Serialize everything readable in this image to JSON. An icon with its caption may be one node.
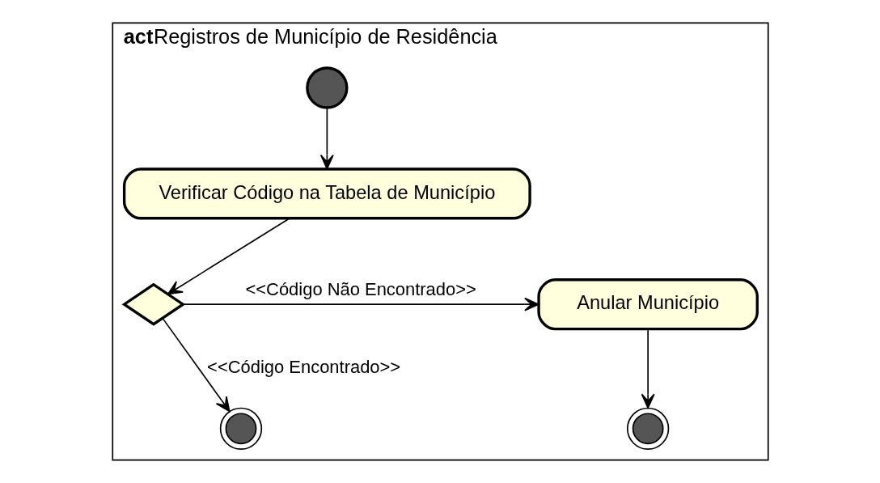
{
  "diagram": {
    "nodes": [
      {
        "text": [
          "act",
          "Registros de Município de Residência"
        ]
      },
      {
        "text": [],
        "shape": "circle",
        "in": 0
      },
      {
        "text": [
          "Verificar Código na Tabela de Município"
        ],
        "in": 0
      },
      {
        "text": [],
        "shape": "diamond",
        "in": 0
      },
      {
        "text": [
          "Anular Município"
        ],
        "in": 0
      },
      {
        "text": [],
        "shape": "circle",
        "in": 0
      },
      {
        "text": [],
        "shape": "circle",
        "in": 0
      }
    ],
    "edges": [
      {
        "from": 1,
        "to": 2,
        "arrow": "to"
      },
      {
        "from": 2,
        "to": 3,
        "arrow": "to"
      },
      {
        "from": 3,
        "to": 4,
        "arrow": "to",
        "label": "<<Código Não Encontrado>>"
      },
      {
        "from": 3,
        "to": 5,
        "arrow": "to",
        "label": "<<Código Encontrado>>"
      },
      {
        "from": 4,
        "to": 6,
        "arrow": "to"
      }
    ]
  }
}
